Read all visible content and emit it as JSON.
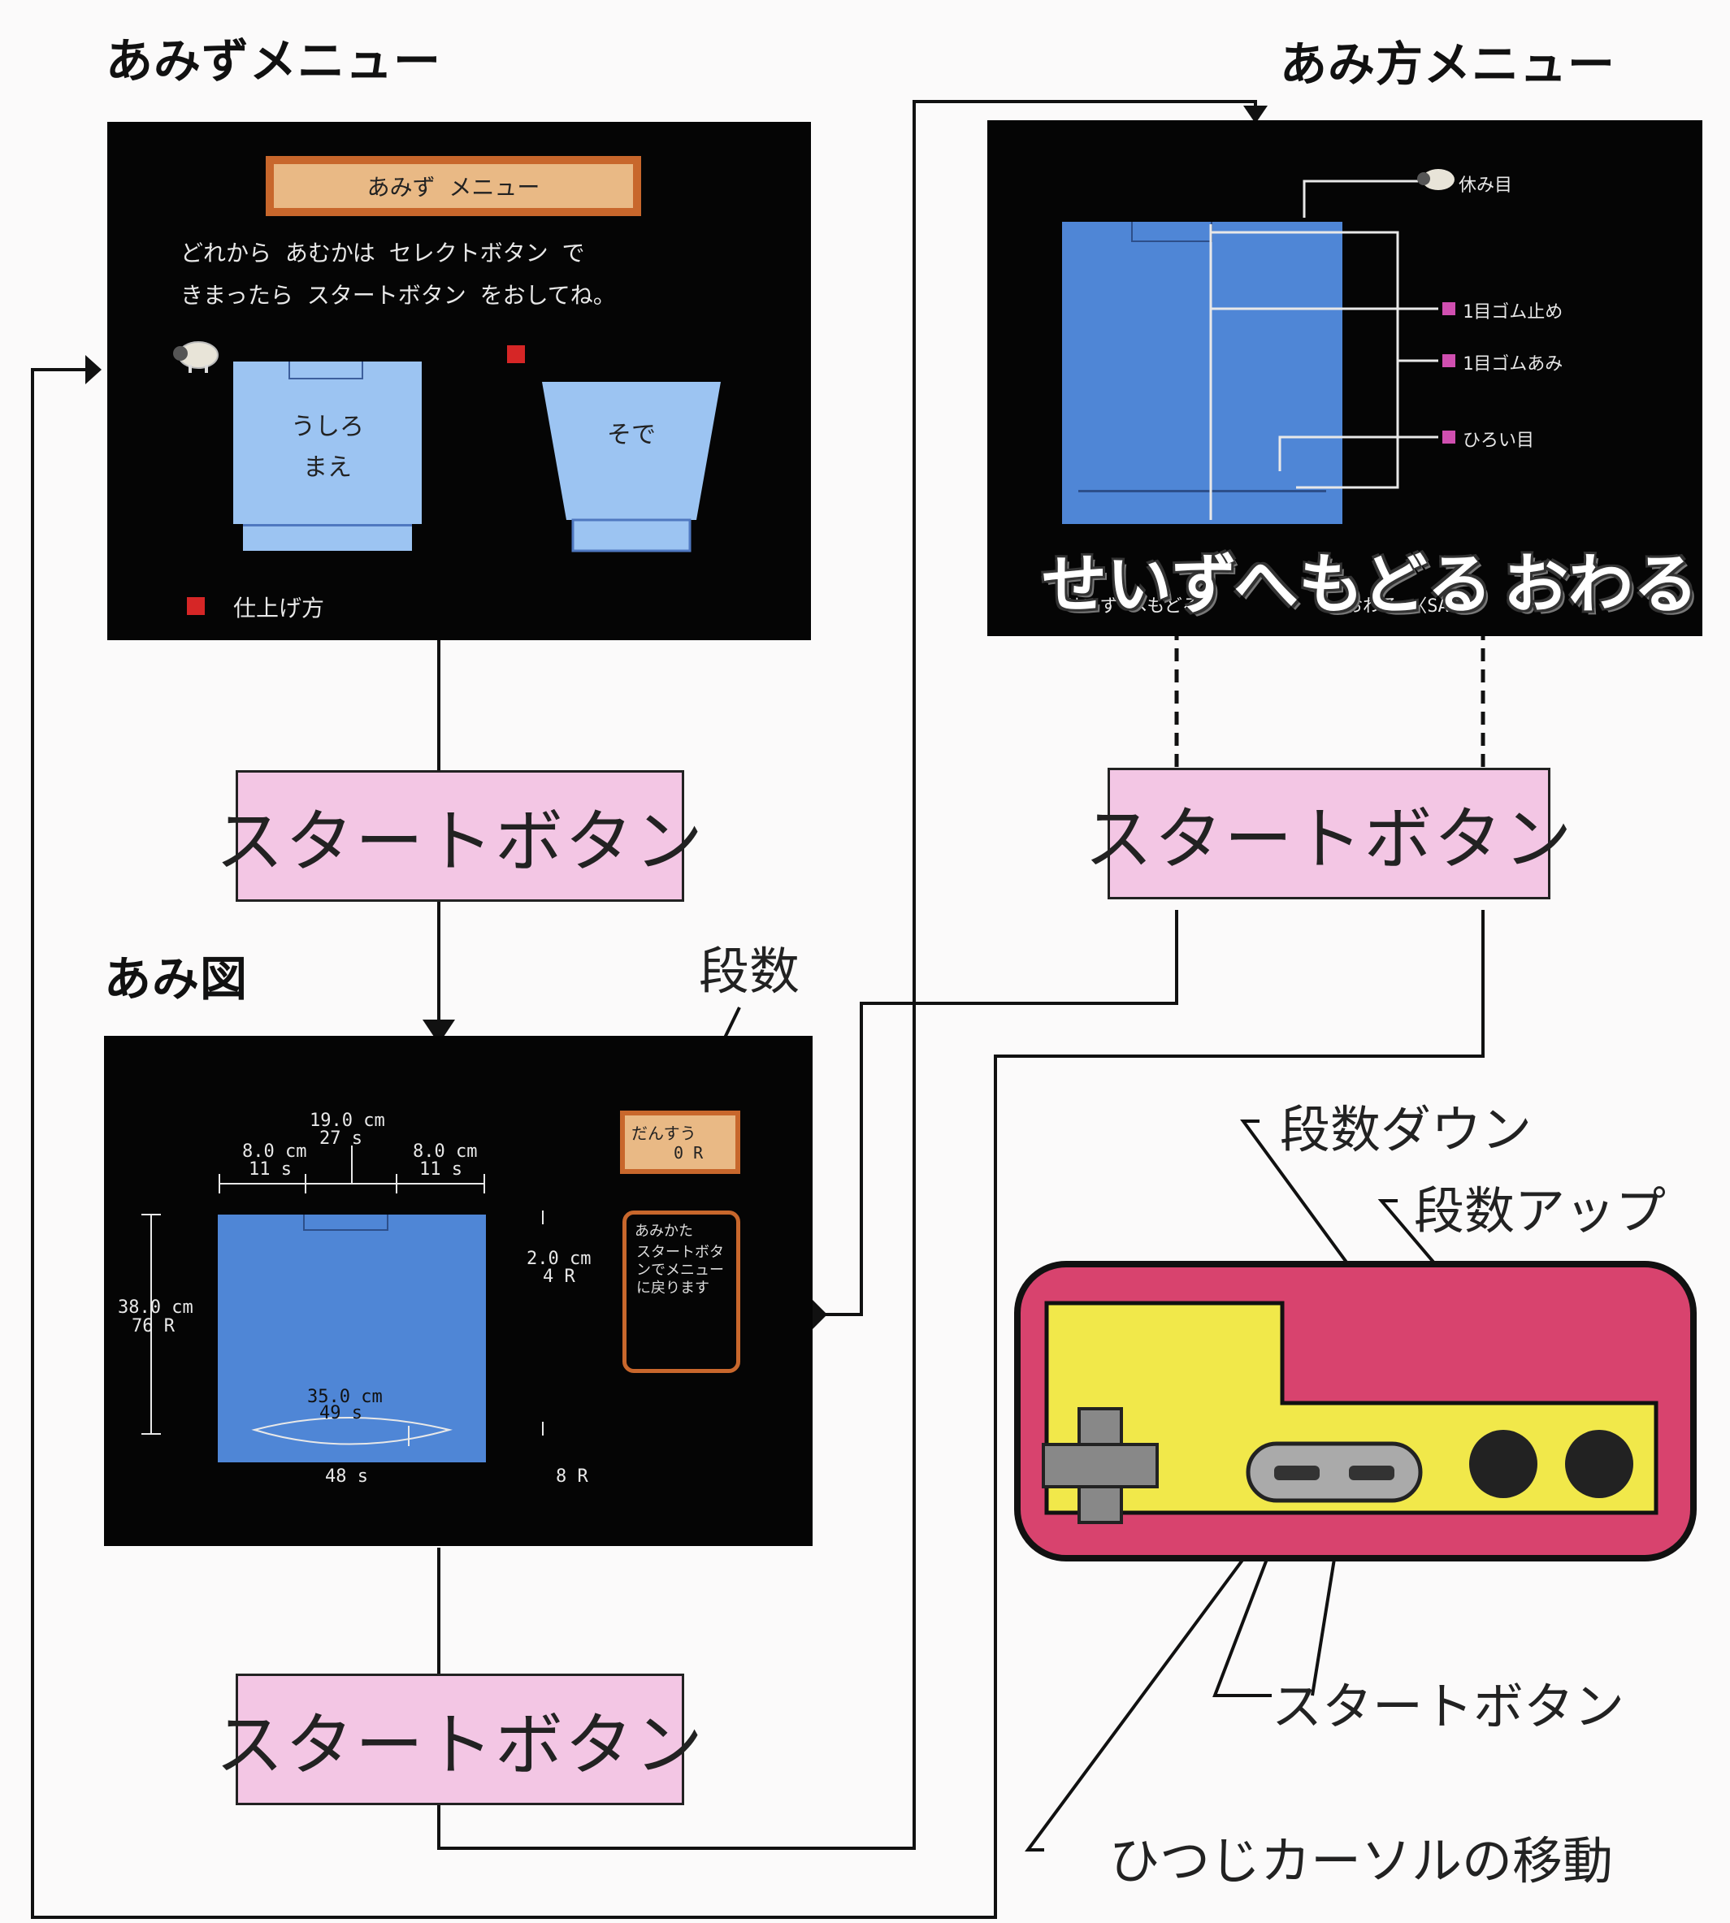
{
  "headings": {
    "amizu_menu": "あみずメニュー",
    "amikata_menu": "あみ方メニュー",
    "amizu": "あみ図"
  },
  "amizu_screen": {
    "title": "あみず メニュー",
    "instruction_1": "どれから あむかは セレクトボタン で",
    "instruction_2": "きまったら スタートボタン をおしてね。",
    "item_back_front_1": "うしろ",
    "item_back_front_2": "まえ",
    "item_sleeve": "そで",
    "finishing": "仕上げ方"
  },
  "amikata_screen": {
    "label_rest": "休み目",
    "label_rib_stop": "1目ゴム止め",
    "label_rib": "1目ゴムあみ",
    "label_pickup": "ひろい目",
    "bottom_small_1": "せいず へもどる",
    "bottom_small_2": "おわる 〈SAVE〉"
  },
  "overlay": {
    "back_to_chart": "せいずへもどる",
    "finish": "おわる"
  },
  "amizu_chart": {
    "top_width": "19.0 cm",
    "top_sts": "27 s",
    "shoulder_left": "8.0 cm",
    "shoulder_left_sts": "11 s",
    "shoulder_right": "8.0 cm",
    "shoulder_right_sts": "11 s",
    "height": "38.0 cm",
    "height_rows": "76 R",
    "body_width": "35.0 cm",
    "body_sts": "49 s",
    "bottom_sts": "48 s",
    "rib_height": "2.0 cm",
    "rib_rows": "4 R",
    "hem_rows": "8 R",
    "dan_label": "だんすう",
    "dan_value": "0 R",
    "note_title": "あみかた",
    "note_body": "スタートボタンでメニューに戻ります"
  },
  "buttons": {
    "start_1": "スタートボタン",
    "start_2": "スタートボタン",
    "start_3": "スタートボタン"
  },
  "callouts": {
    "dansu": "段数",
    "dansu_down": "段数ダウン",
    "dansu_up": "段数アップ",
    "start_button": "スタートボタン",
    "cursor_move": "ひつじカーソルの移動"
  }
}
